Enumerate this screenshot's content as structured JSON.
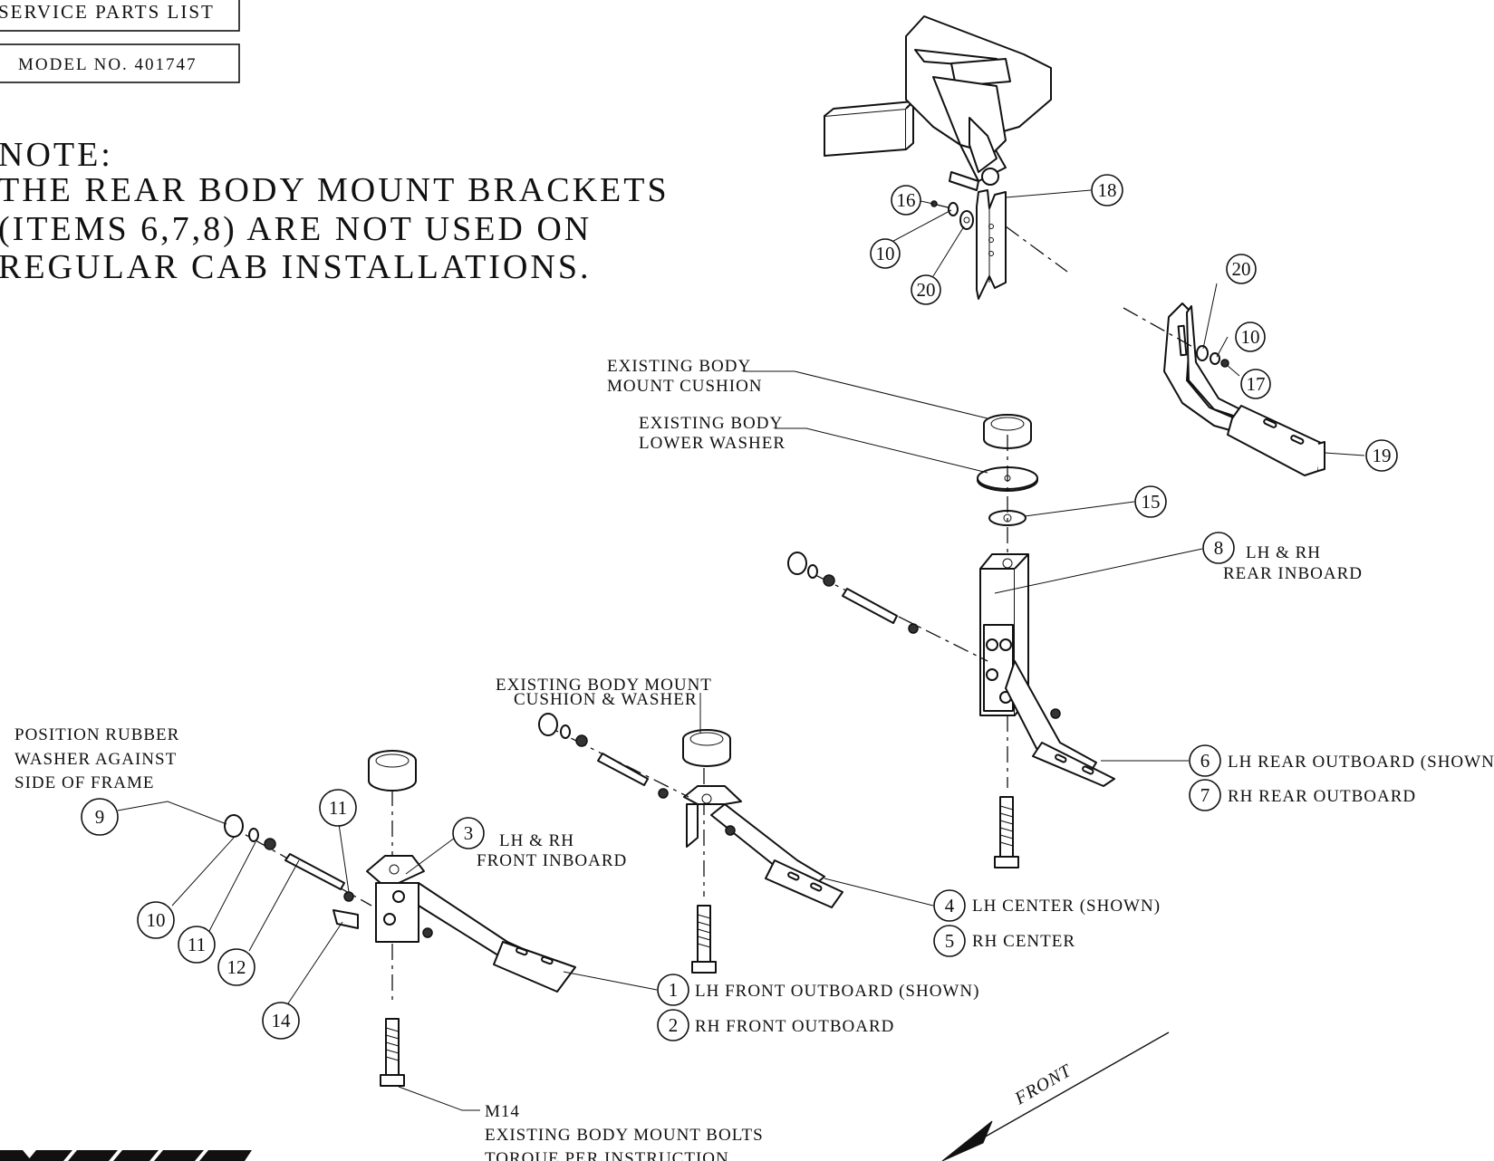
{
  "header": {
    "title": "SERVICE PARTS LIST",
    "model": "MODEL NO. 401747"
  },
  "note": {
    "heading": "NOTE:",
    "lines": [
      "THE REAR BODY MOUNT BRACKETS",
      "(ITEMS 6,7,8) ARE NOT USED ON",
      "REGULAR CAB INSTALLATIONS."
    ]
  },
  "callouts": {
    "c1": "1",
    "c2": "2",
    "c3": "3",
    "c4": "4",
    "c5": "5",
    "c6": "6",
    "c7": "7",
    "c8": "8",
    "c9": "9",
    "c10a": "10",
    "c10b": "10",
    "c10c": "10",
    "c11a": "11",
    "c11b": "11",
    "c12": "12",
    "c14": "14",
    "c15": "15",
    "c16": "16",
    "c17": "17",
    "c18": "18",
    "c19": "19",
    "c20a": "20",
    "c20b": "20"
  },
  "labels": {
    "item1": "LH FRONT OUTBOARD (SHOWN)",
    "item2": "RH FRONT OUTBOARD",
    "item3_line1": "LH & RH",
    "item3_line2": "FRONT INBOARD",
    "item4": "LH CENTER (SHOWN)",
    "item5": "RH CENTER",
    "item6": "LH REAR OUTBOARD (SHOWN)",
    "item7": "RH REAR OUTBOARD",
    "item8_line1": "LH & RH",
    "item8_line2": "REAR INBOARD",
    "item9_line1": "POSITION RUBBER",
    "item9_line2": "WASHER AGAINST",
    "item9_line3": "SIDE OF FRAME",
    "cushion_line1": "EXISTING BODY",
    "cushion_line2": "MOUNT CUSHION",
    "washer_line1": "EXISTING BODY",
    "washer_line2": "LOWER WASHER",
    "center_cushion_line1": "EXISTING BODY MOUNT",
    "center_cushion_line2": "CUSHION & WASHER",
    "bolts_line1": "M14",
    "bolts_line2": "EXISTING BODY MOUNT BOLTS",
    "bolts_line3": "TORQUE PER INSTRUCTION",
    "front": "FRONT"
  },
  "logo": "WWERNE"
}
